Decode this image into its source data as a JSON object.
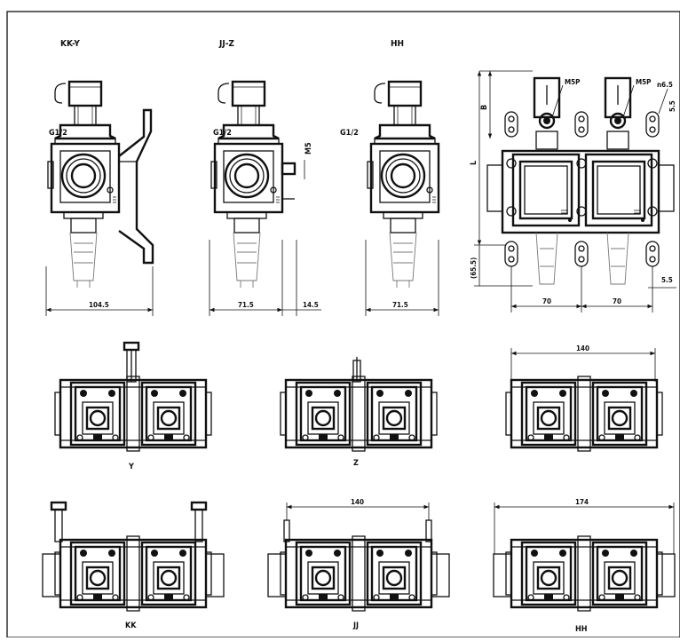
{
  "views": {
    "kky_title": "KK-Y",
    "jjz_title": "JJ-Z",
    "hh_title": "HH"
  },
  "labels": {
    "port_kky": "G1/2",
    "port_jjz": "G1/2",
    "port_hh": "G1/2",
    "m5": "M5",
    "b": "B",
    "l": "L",
    "m5p_1": "M5P",
    "m5p_2": "M5P",
    "n65": "n6.5",
    "d55_top": "5.5",
    "d55_right": "5.5",
    "d655": "(65.5)"
  },
  "dimensions": {
    "w_kky": "104.5",
    "w_jjz": "71.5",
    "w_offset": "14.5",
    "w_hh": "71.5",
    "pitch_1": "70",
    "pitch_2": "70",
    "w_hh_top": "140",
    "w_jj_bottom": "140",
    "w_hh_bottom": "174"
  },
  "captions": {
    "y": "Y",
    "z": "Z",
    "kk": "KK",
    "jj": "JJ",
    "hh": "HH"
  },
  "colors": {
    "line": "#111111",
    "hidden": "#777777",
    "background": "#ffffff"
  }
}
